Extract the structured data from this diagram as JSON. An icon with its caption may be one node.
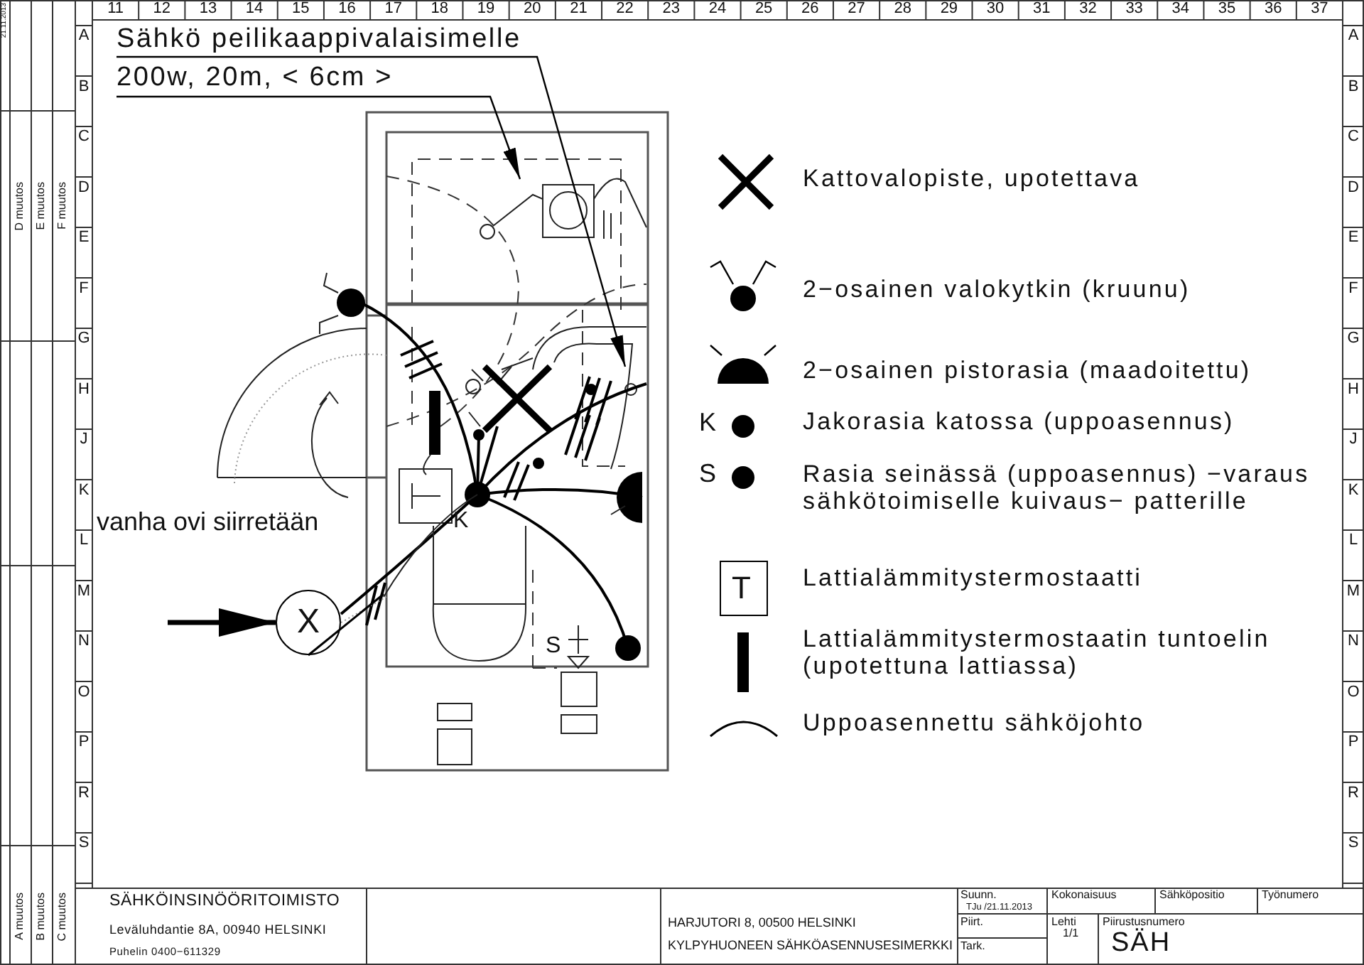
{
  "diagram": {
    "nodes": [
      {
        "text": [
          "Sähkö peilikaappivalaisimelle"
        ]
      },
      {
        "text": [
          "200w, 20m, < 6cm >"
        ]
      },
      {
        "text": [
          "X"
        ]
      }
    ],
    "edges": [
      {
        "from": 0,
        "to": null,
        "arrow": "to"
      },
      {
        "from": 1,
        "to": null,
        "arrow": "to"
      },
      {
        "from": null,
        "to": 2,
        "arrow": "to",
        "style": "thick"
      }
    ],
    "labels": [
      "11",
      "12",
      "13",
      "14",
      "15",
      "16",
      "17",
      "18",
      "19",
      "20",
      "21",
      "22",
      "23",
      "24",
      "25",
      "26",
      "27",
      "28",
      "29",
      "30",
      "31",
      "32",
      "33",
      "34",
      "35",
      "36",
      "37",
      "A",
      "B",
      "C",
      "D",
      "E",
      "F",
      "G",
      "H",
      "J",
      "K",
      "L",
      "M",
      "N",
      "O",
      "P",
      "R",
      "S",
      "A",
      "B",
      "C",
      "D",
      "E",
      "F",
      "G",
      "H",
      "J",
      "K",
      "L",
      "M",
      "N",
      "O",
      "P",
      "R",
      "S",
      "D muutos",
      "E muutos",
      "F muutos",
      "A muutos",
      "B muutos",
      "C muutos",
      "21.11.2013",
      "vanha ovi siirretään",
      "K",
      "S",
      "K",
      "S",
      "T",
      "SÄHKÖINSINÖÖRITOIMISTO",
      "Leväluhdantie 8A, 00940 HELSINKI",
      "Puhelin 0400−611329",
      "HARJUTORI 8, 00500 HELSINKI",
      "KYLPYHUONEEN SÄHKÖASENNUSESIMERKKI",
      "Suunn.",
      "TJu /21.11.2013",
      "Kokonaisuus",
      "Sähköpositio",
      "Työnumero",
      "Piirt.",
      "Lehti",
      "1/1",
      "Piirustusnumero",
      "SÄH",
      "Tark."
    ],
    "legend": [
      {
        "text": "Kattovalopiste, upotettava"
      },
      {
        "text": "2−osainen valokytkin (kruunu)"
      },
      {
        "text": "2−osainen pistorasia (maadoitettu)"
      },
      {
        "text": "Jakorasia katossa (uppoasennus)"
      },
      {
        "text": "Rasia seinässä (uppoasennus) −varaus sähkötoimiselle kuivaus− patterille"
      },
      {
        "text": "Lattialämmitystermostaatti"
      },
      {
        "text": "Lattialämmitystermostaatin tuntoelin (upotettuna lattiassa)"
      },
      {
        "text": "Uppoasennettu sähköjohto"
      }
    ]
  }
}
